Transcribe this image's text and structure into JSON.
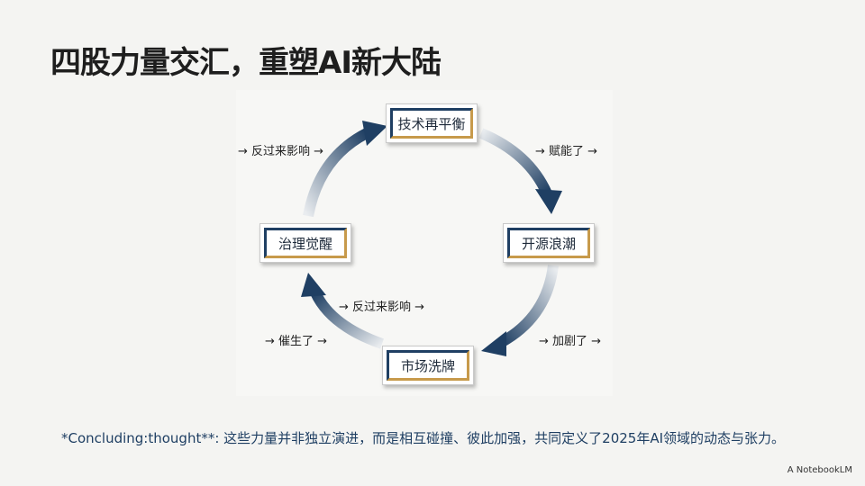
{
  "title": "四股力量交汇，重塑AI新大陆",
  "nodes": {
    "top": "技术再平衡",
    "right": "开源浪潮",
    "bottom": "市场洗牌",
    "left": "治理觉醒"
  },
  "edges": {
    "top_right": "→ 赋能了 →",
    "right_bottom": "→ 加剧了 →",
    "bottom_left": "→ 催生了 →",
    "left_top": "→ 反过来影响 →",
    "center": "→ 反过来影响 →"
  },
  "colors": {
    "navy": "#1f3f63",
    "gold": "#c79a4b",
    "arrow_light": "#e9ecef"
  },
  "footer": "*Concluding:thought**:  这些力量并非独立演进，而是相互碰撞、彼此加强，共同定义了2025年AI领域的动态与张力。",
  "brand": "A NotebookLM"
}
